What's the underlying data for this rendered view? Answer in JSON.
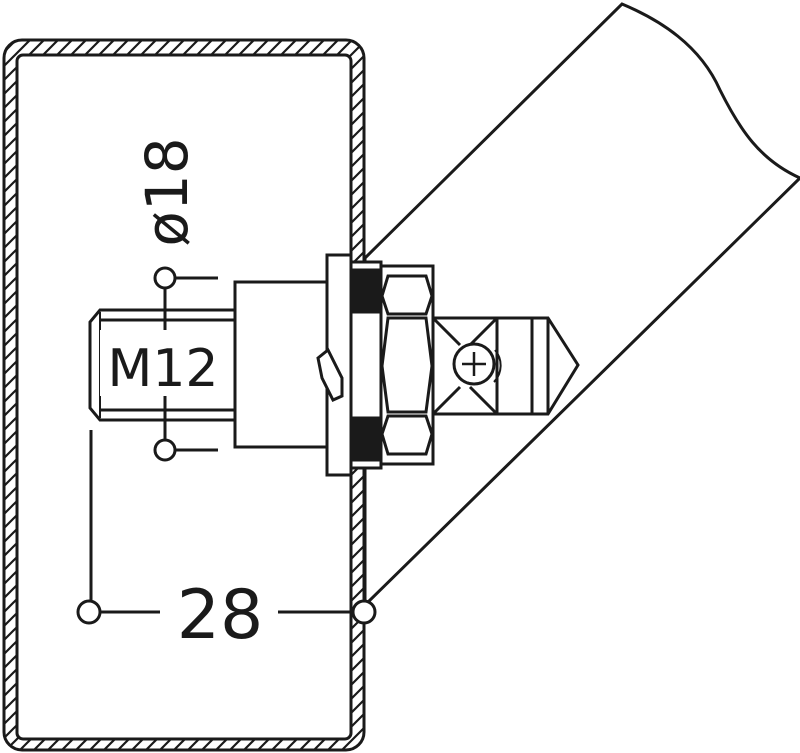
{
  "drawing": {
    "colors": {
      "stroke": "#1a1a1a",
      "fill": "#ffffff",
      "black": "#1a1a1a"
    },
    "dimensions": {
      "diameter_label": "ø18",
      "thread_label": "M12",
      "width_label": "28"
    }
  }
}
